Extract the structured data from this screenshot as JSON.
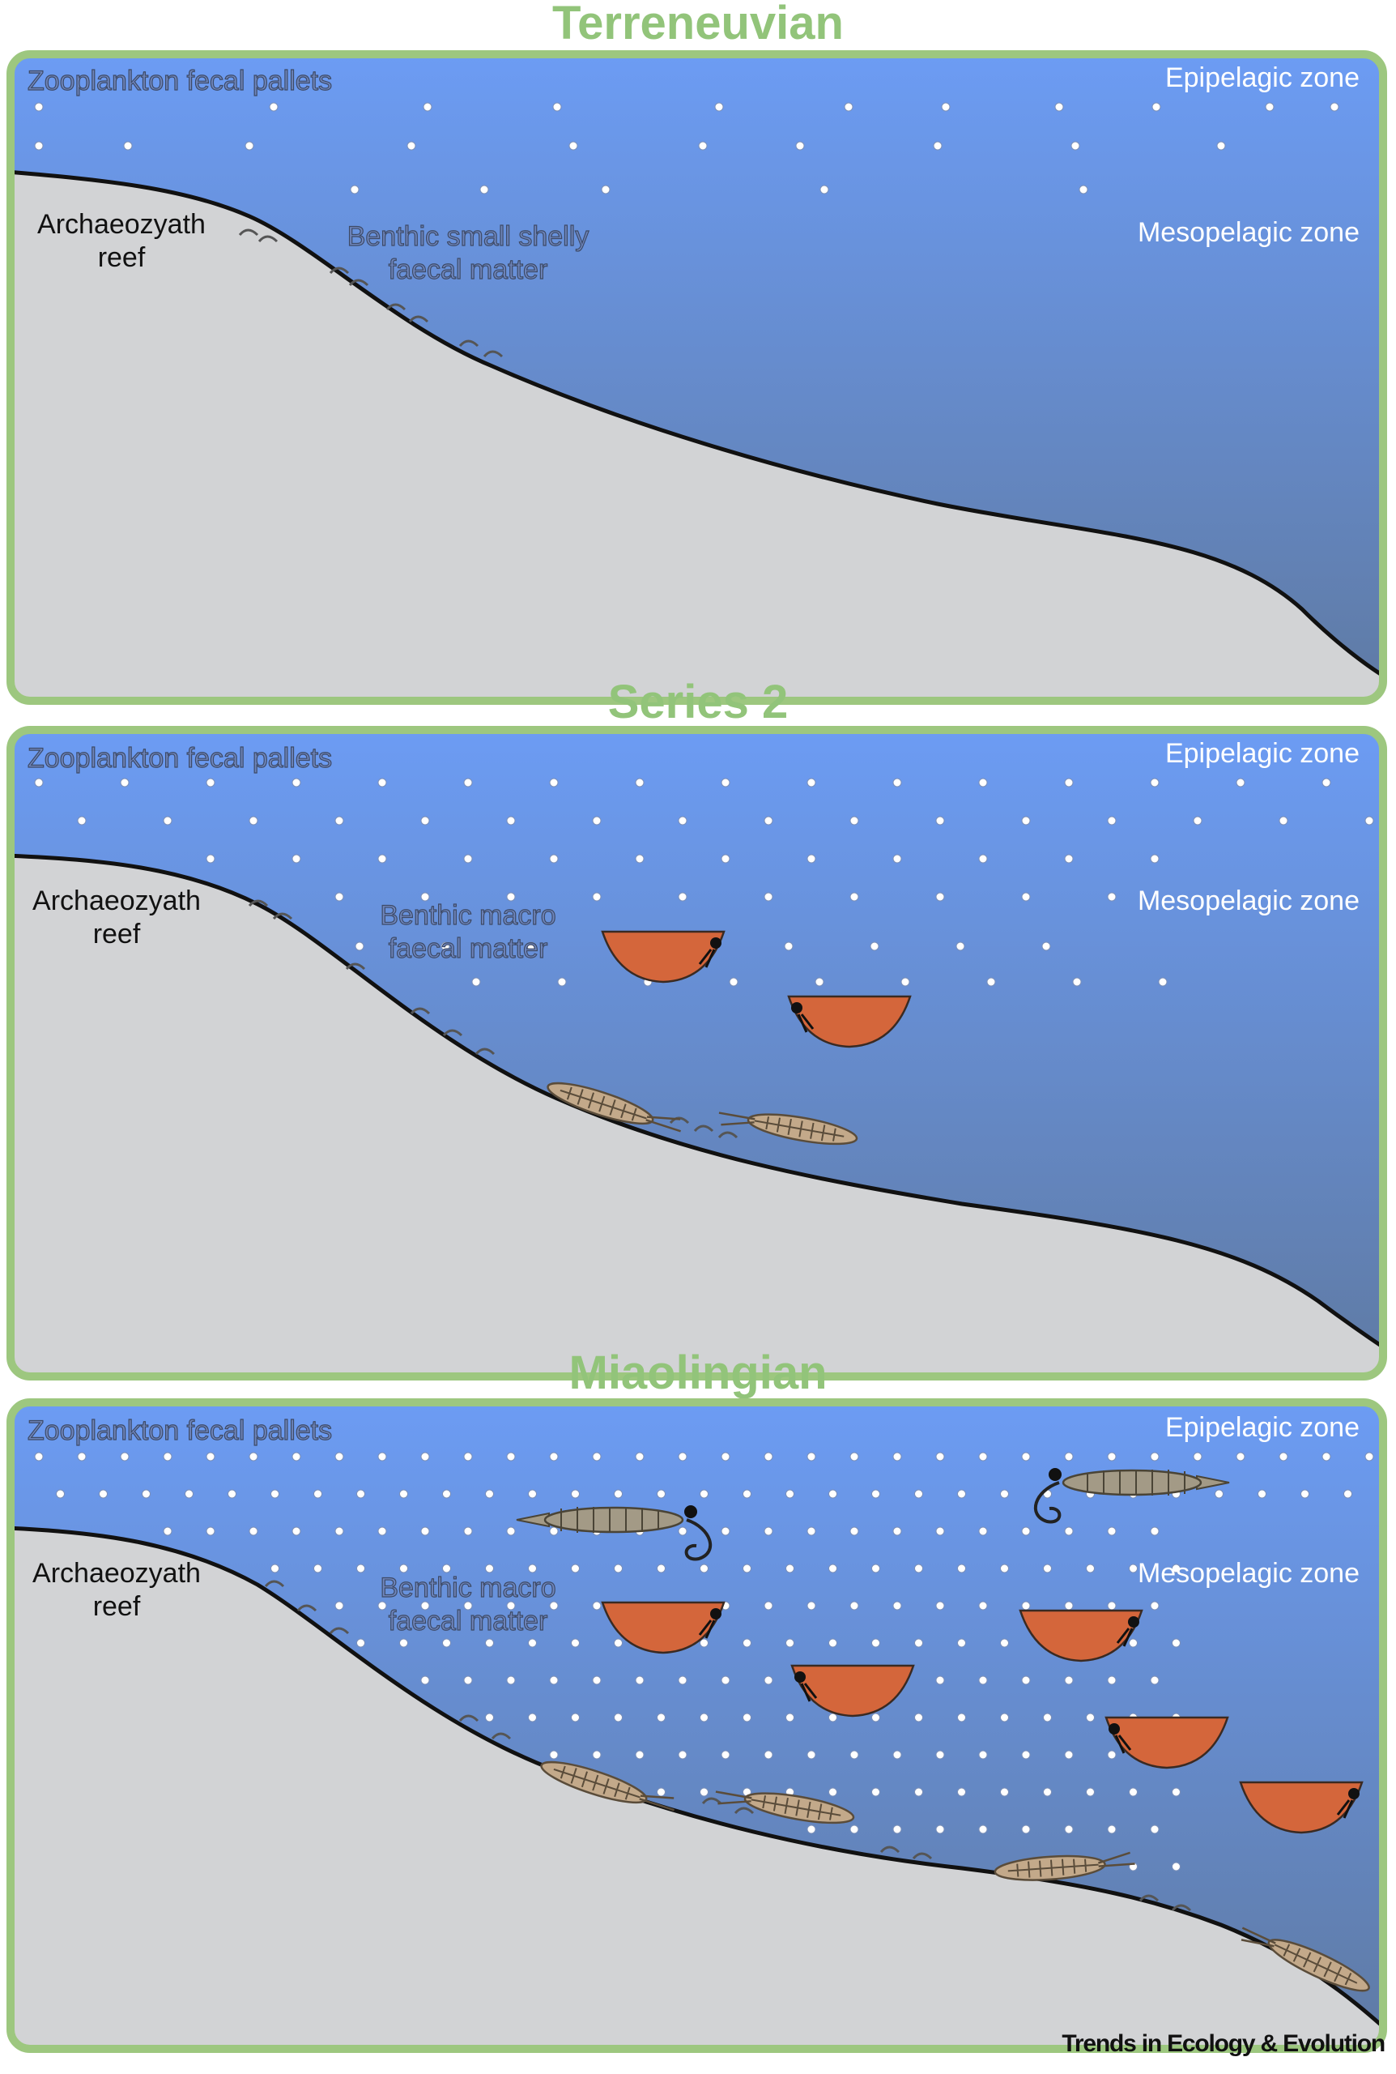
{
  "stages": [
    {
      "title": "Terreneuvian",
      "plankton_label": "Zooplankton fecal pallets",
      "epipelagic_label": "Epipelagic zone",
      "mesopelagic_label": "Mesopelagic zone",
      "reef_label_line1": "Archaeozyath",
      "reef_label_line2": "reef",
      "benthic_label_line1": "Benthic small shelly",
      "benthic_label_line2": "faecal matter",
      "swimming_arthropods": 0,
      "swimming_bivalved": 0,
      "benthic_arthropods": 0
    },
    {
      "title": "Series 2",
      "plankton_label": "Zooplankton fecal pallets",
      "epipelagic_label": "Epipelagic zone",
      "mesopelagic_label": "Mesopelagic zone",
      "reef_label_line1": "Archaeozyath",
      "reef_label_line2": "reef",
      "benthic_label_line1": "Benthic macro",
      "benthic_label_line2": "faecal matter",
      "swimming_arthropods": 0,
      "swimming_bivalved": 2,
      "benthic_arthropods": 2
    },
    {
      "title": "Miaolingian",
      "plankton_label": "Zooplankton fecal pallets",
      "epipelagic_label": "Epipelagic zone",
      "mesopelagic_label": "Mesopelagic zone",
      "reef_label_line1": "Archaeozyath",
      "reef_label_line2": "reef",
      "benthic_label_line1": "Benthic macro",
      "benthic_label_line2": "faecal matter",
      "swimming_arthropods": 2,
      "swimming_bivalved": 5,
      "benthic_arthropods": 4
    }
  ],
  "journal": "Trends in Ecology & Evolution",
  "colors": {
    "title_green": "#92c47a",
    "frame_green": "#9dc77f",
    "water_top": "#6c9cf4",
    "water_bottom": "#5f7aa3",
    "seafloor": "#d2d3d5",
    "bivalved_orange": "#d4663b",
    "arthropod_brown": "#a39a86",
    "benthic_arthropod": "#c3a98a"
  },
  "icons": {
    "pellet": "white-dot",
    "swimmer": "arthropod-icon",
    "bivalved": "bivalved-arthropod-icon",
    "crawler": "benthic-arthropod-icon"
  }
}
